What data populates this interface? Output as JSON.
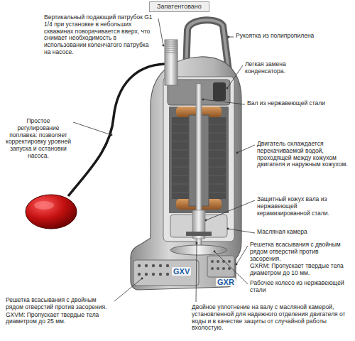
{
  "diagram": {
    "nodes": [
      {
        "text": [
          "Запатентовано"
        ]
      }
    ],
    "labels": [
      "Вертикальный подающий патрубок G1 1/4 при установке в небольших скважинах поворачивается вверх, что снимает необходимость в использовании коленчатого патрубка на насосе.",
      "Рукоятка из полипропилена",
      "Легкая замена конденсатора.",
      "Вал из нержавеющей стали",
      "Простое регулирование поплавка: позволяет корректировку уровней запуска и остановки насоса.",
      "Двигатель охлаждается перекачиваемой водой, проходящей между кожухом двигателя и наружным кожухом.",
      "Защитный кожух вала из нержавеющей керамизированной стали.",
      "Масляная камера",
      "Решетка всасывания с двойным рядом отверстий против засорения.",
      "GXRM: Пропускает твердые тела диаметром до 10 мм.",
      "GXR",
      "Рабочее колесо из нержавеющей стали",
      "GXV",
      "Решетка всасывания с двойным рядом отверстий против засорения.",
      "GXVM: Пропускает твердые тела диаметром до 25 мм.",
      "Двойное уплотнение на валу с масляной камерой, установленной для надежного отделения двигателя от воды и в качестве защиты от случайной работы вхолостую."
    ]
  }
}
